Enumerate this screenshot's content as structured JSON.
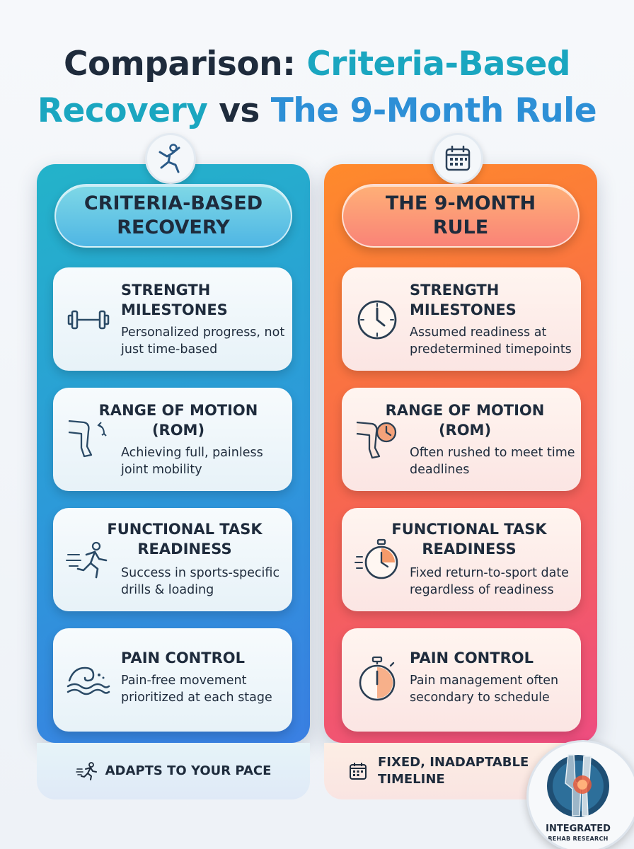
{
  "title": {
    "part1": "Comparison: ",
    "part2": "Criteria-Based",
    "part3": "Recovery",
    "part4": " vs ",
    "part5": "The 9-Month Rule"
  },
  "left": {
    "header": "CRITERIA-BASED RECOVERY",
    "icon": "runner-icon",
    "cards": [
      {
        "title": "STRENGTH MILESTONES",
        "desc": "Personalized progress, not just time-based",
        "icon": "dumbbell-icon"
      },
      {
        "title": "RANGE OF MOTION (ROM)",
        "desc": "Achieving full, painless joint mobility",
        "icon": "knee-icon"
      },
      {
        "title": "FUNCTIONAL TASK READINESS",
        "desc": "Success in sports-specific drills & loading",
        "icon": "running-icon"
      },
      {
        "title": "PAIN CONTROL",
        "desc": "Pain-free movement prioritized at each stage",
        "icon": "wave-icon"
      }
    ],
    "footer": "ADAPTS TO YOUR PACE"
  },
  "right": {
    "header": "THE 9-MONTH RULE",
    "icon": "calendar-icon",
    "cards": [
      {
        "title": "STRENGTH MILESTONES",
        "desc": "Assumed readiness at predetermined timepoints",
        "icon": "clock-icon"
      },
      {
        "title": "RANGE OF MOTION (ROM)",
        "desc": "Often rushed to meet time deadlines",
        "icon": "knee-clock-icon"
      },
      {
        "title": "FUNCTIONAL TASK READINESS",
        "desc": "Fixed return-to-sport date regardless of readiness",
        "icon": "stopwatch-icon"
      },
      {
        "title": "PAIN CONTROL",
        "desc": "Pain management often secondary to schedule",
        "icon": "timer-icon"
      }
    ],
    "footer": "FIXED, INADAPTABLE TIMELINE"
  },
  "logo": {
    "line1": "INTEGRATED",
    "line2": "REHAB RESEARCH"
  },
  "colors": {
    "dark_text": "#1e2b3c",
    "teal": "#1aa6c0",
    "blue_column": "#2d98da",
    "orange_column": "#f86a4a",
    "pink_column": "#ee4d80"
  }
}
